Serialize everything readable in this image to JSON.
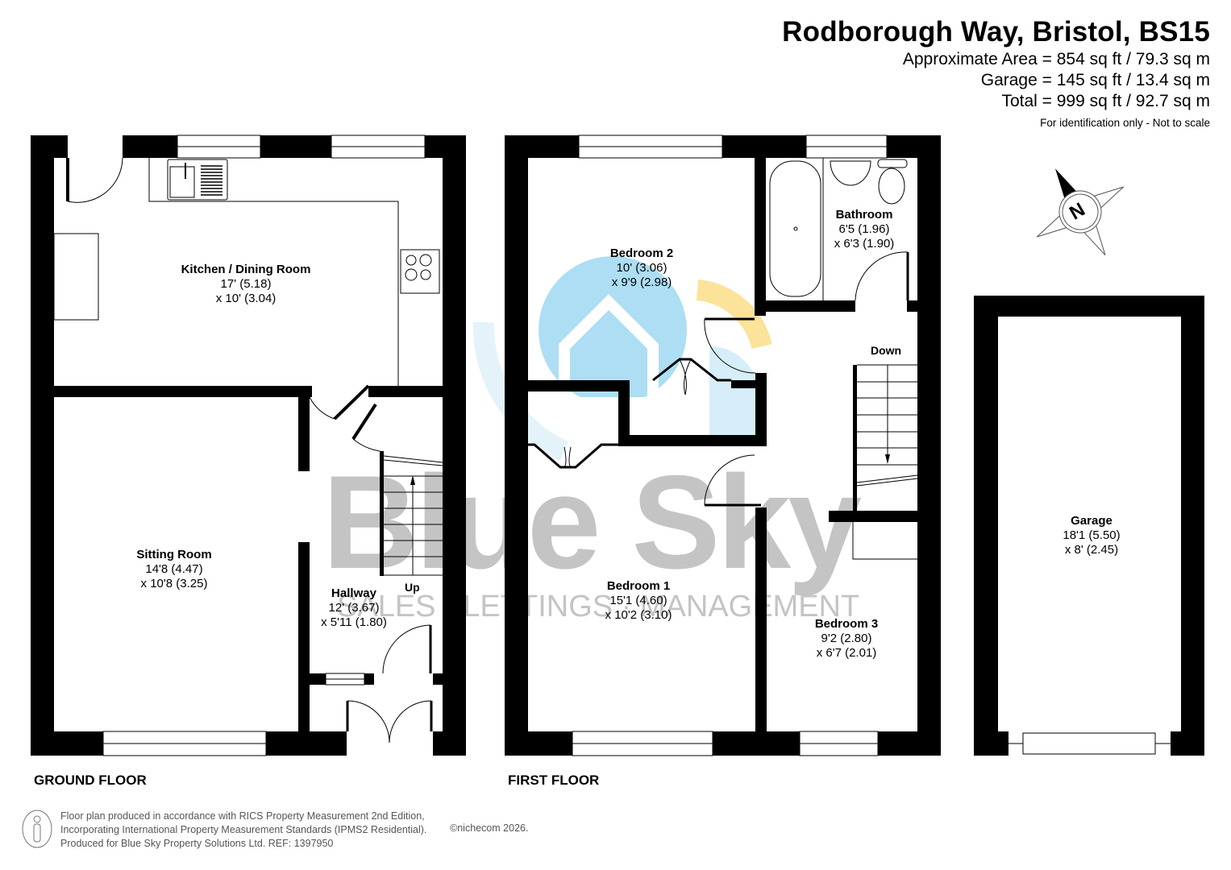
{
  "header": {
    "title": "Rodborough Way, Bristol, BS15",
    "approx_area": "Approximate Area = 854 sq ft / 79.3 sq m",
    "garage_area": "Garage = 145 sq ft / 13.4 sq m",
    "total_area": "Total = 999 sq ft / 92.7 sq m",
    "disclaimer": "For identification only - Not to scale"
  },
  "ground_floor": {
    "label": "GROUND FLOOR",
    "rooms": [
      {
        "name": "Kitchen / Dining Room",
        "dim1": "17' (5.18)",
        "dim2": "x 10' (3.04)"
      },
      {
        "name": "Sitting Room",
        "dim1": "14'8 (4.47)",
        "dim2": "x 10'8 (3.25)"
      },
      {
        "name": "Hallway",
        "dim1": "12' (3.67)",
        "dim2": "x 5'11 (1.80)"
      }
    ],
    "stairs_label": "Up"
  },
  "first_floor": {
    "label": "FIRST FLOOR",
    "rooms": [
      {
        "name": "Bedroom 2",
        "dim1": "10' (3.06)",
        "dim2": "x 9'9 (2.98)"
      },
      {
        "name": "Bathroom",
        "dim1": "6'5 (1.96)",
        "dim2": "x 6'3 (1.90)"
      },
      {
        "name": "Bedroom 1",
        "dim1": "15'1 (4.60)",
        "dim2": "x 10'2 (3.10)"
      },
      {
        "name": "Bedroom 3",
        "dim1": "9'2 (2.80)",
        "dim2": "x 6'7 (2.01)"
      }
    ],
    "stairs_label": "Down"
  },
  "garage": {
    "name": "Garage",
    "dim1": "18'1 (5.50)",
    "dim2": "x 8' (2.45)"
  },
  "compass": {
    "letter": "N"
  },
  "watermark": {
    "brand": "Blue Sky",
    "tagline": "SALES • LETTINGS • MANAGEMENT",
    "colors": {
      "blue": "#a9dcf2",
      "light_blue": "#d6eef9",
      "yellow": "#fbe39a",
      "grey": "#c4c4c4"
    }
  },
  "footer": {
    "line1": "Floor plan produced in accordance with RICS Property Measurement 2nd Edition,",
    "line2": "Incorporating International Property Measurement Standards (IPMS2 Residential).",
    "line3": "Produced for Blue Sky Property Solutions Ltd.   REF:  1397950",
    "copyright": "©nichecom 2026."
  }
}
